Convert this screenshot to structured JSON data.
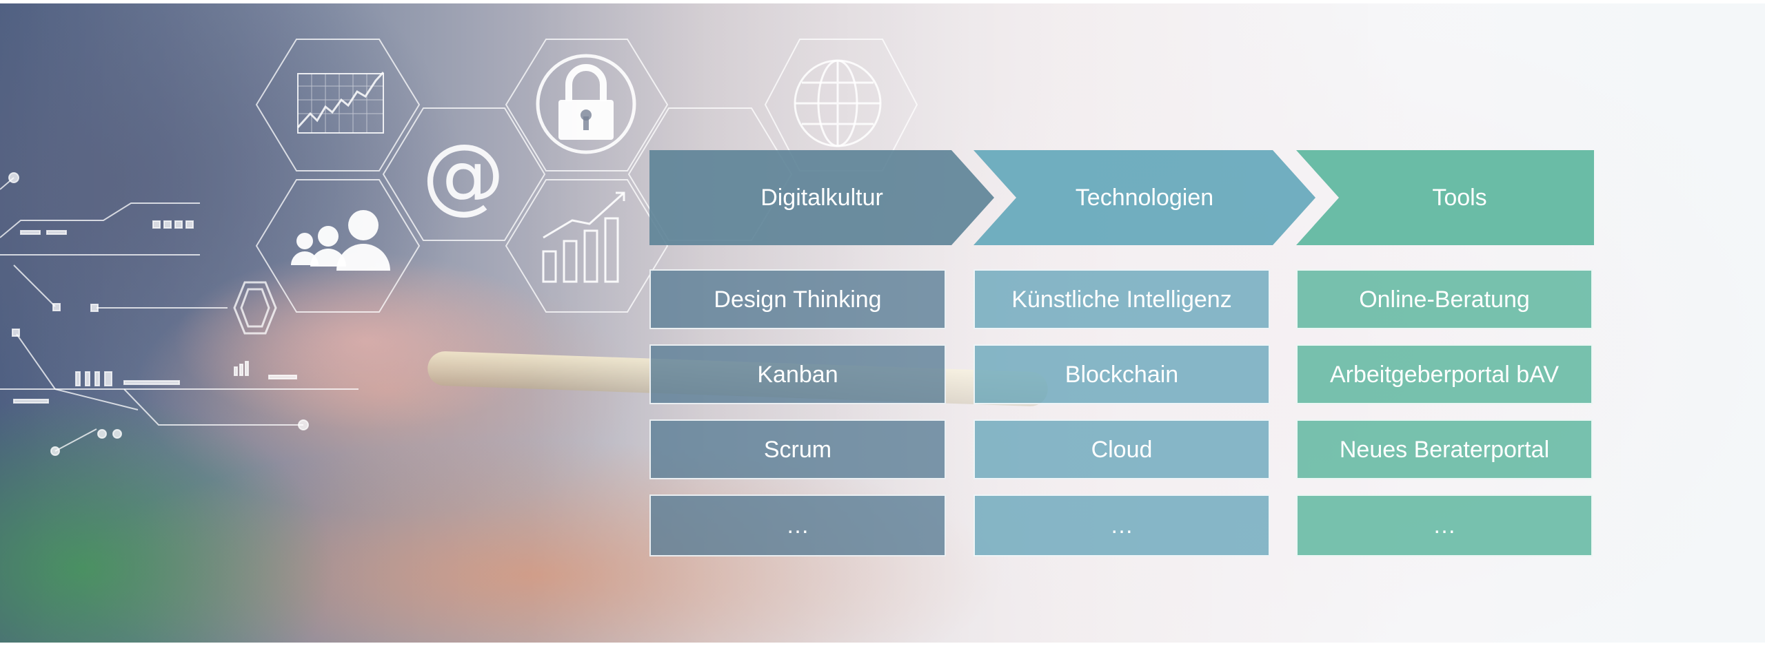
{
  "diagram": {
    "columns": [
      {
        "header": "Digitalkultur",
        "color": "#5f8498",
        "items": [
          "Design Thinking",
          "Kanban",
          "Scrum",
          "…"
        ]
      },
      {
        "header": "Technologien",
        "color": "#65a8bb",
        "items": [
          "Künstliche Intelligenz",
          "Blockchain",
          "Cloud",
          "…"
        ]
      },
      {
        "header": "Tools",
        "color": "#62b8a1",
        "items": [
          "Online-Beratung",
          "Arbeitgeberportal bAV",
          "Neues Beraterportal",
          "…"
        ]
      }
    ]
  },
  "background": {
    "icons": [
      "line-chart-icon",
      "at-sign-icon",
      "padlock-icon",
      "globe-icon",
      "people-icon",
      "bar-chart-icon",
      "hexagon-icon",
      "circuit-lines"
    ]
  }
}
